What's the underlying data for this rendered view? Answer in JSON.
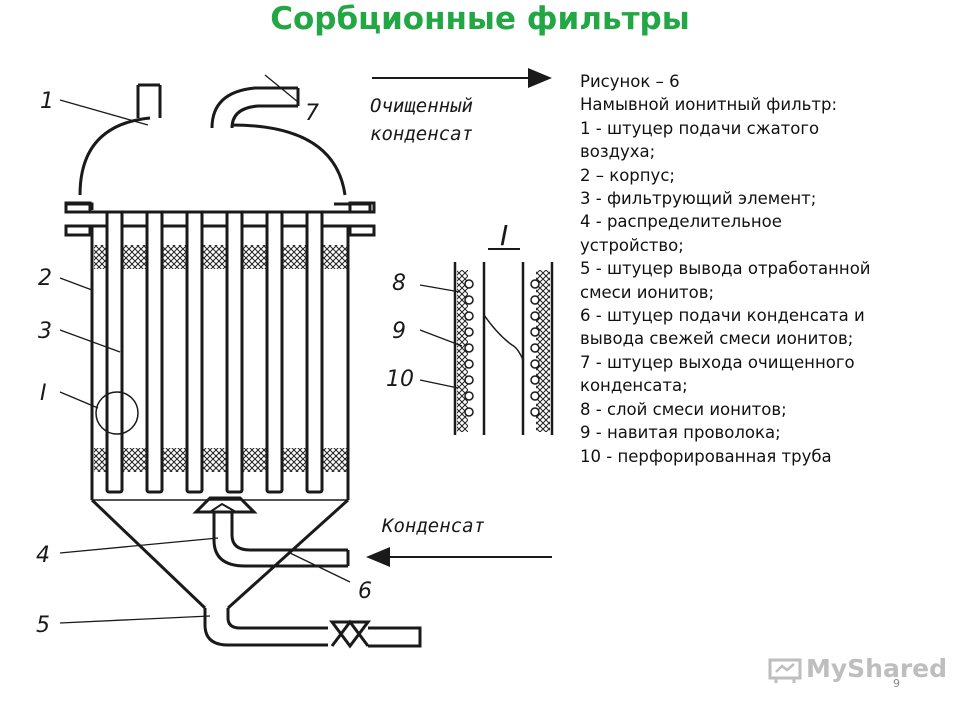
{
  "title": "Сорбционные фильтры",
  "diagram": {
    "callouts": [
      "1",
      "2",
      "3",
      "I",
      "4",
      "5",
      "7",
      "6",
      "8",
      "9",
      "10"
    ],
    "detail_label": "I",
    "flow_labels": {
      "purified_line1": "Очищенный",
      "purified_line2": "конденсат",
      "condensate": "Конденсат"
    }
  },
  "caption": {
    "lines": [
      "Рисунок – 6",
      "Намывной ионитный фильтр:",
      "1 - штуцер подачи сжатого",
      "воздуха;",
      "2 – корпус;",
      "3 - фильтрующий элемент;",
      "4 - распределительное",
      "устройство;",
      "5 - штуцер вывода отработанной",
      "смеси ионитов;",
      "6 - штуцер подачи конденсата и",
      "вывода свежей смеси ионитов;",
      "7 - штуцер выхода очищенного",
      "конденсата;",
      "8 - слой смеси ионитов;",
      "9 - навитая проволока;",
      "10 - перфорированная труба"
    ]
  },
  "page_number": "9",
  "watermark": "MyShared",
  "colors": {
    "title": "#22a744",
    "ink": "#1a1a1a"
  }
}
